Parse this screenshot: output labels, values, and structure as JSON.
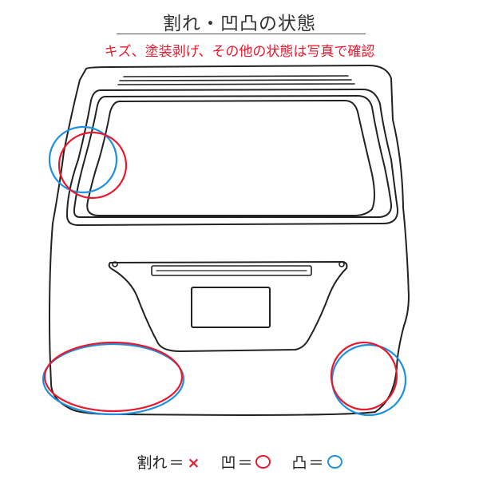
{
  "header": {
    "title": "割れ・凹凸の状態",
    "subtitle": "キズ、塗装剥げ、その他の状態は写真で確認"
  },
  "legend": {
    "crack_label": "割れ",
    "crack_marker": "×",
    "dent_label": "凹",
    "bump_label": "凸",
    "equals": "＝"
  },
  "colors": {
    "crack": "#e8192c",
    "dent": "#e8192c",
    "bump": "#1e90e0",
    "outline": "#222222"
  },
  "markings": [
    {
      "area": "upper-left window corner",
      "dent": true,
      "bump": true
    },
    {
      "area": "lower-left bumper area",
      "dent": true,
      "bump": true
    },
    {
      "area": "lower-right bumper area",
      "dent": true,
      "bump": true
    }
  ]
}
